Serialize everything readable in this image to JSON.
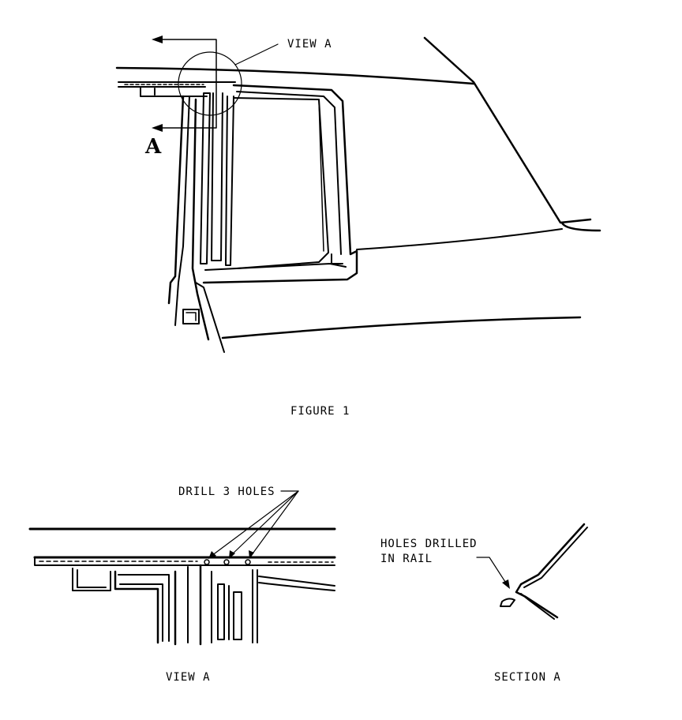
{
  "figure1": {
    "view_callout": "VIEW A",
    "section_marker": "A",
    "caption": "FIGURE 1"
  },
  "view_a": {
    "callout": "DRILL 3 HOLES",
    "caption": "VIEW A"
  },
  "section_a": {
    "callout_line1": "HOLES DRILLED",
    "callout_line2": "IN RAIL",
    "caption": "SECTION A"
  }
}
